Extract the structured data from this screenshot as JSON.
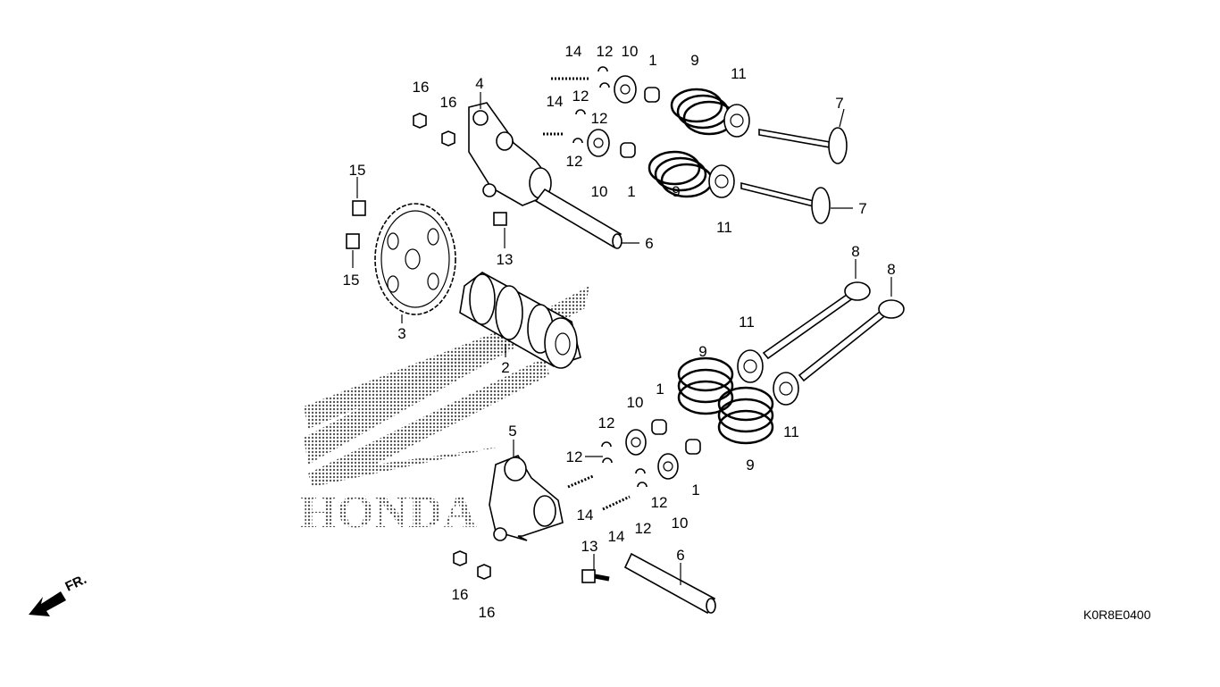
{
  "diagram": {
    "code": "K0R8E0400",
    "watermark": "HONDA",
    "front_indicator": "FR.",
    "callouts": {
      "a14": "14",
      "a12": "12",
      "a10": "10",
      "a1": "1",
      "a9": "9",
      "a11": "11",
      "a7": "7",
      "b12": "12",
      "c12": "12",
      "b14": "14",
      "d12": "12",
      "b10": "10",
      "b1": "1",
      "b9": "9",
      "b11": "11",
      "b7": "7",
      "a6": "6",
      "a4": "4",
      "a16": "16",
      "b16": "16",
      "a15": "15",
      "b15": "15",
      "a13": "13",
      "a3": "3",
      "a2": "2",
      "a8": "8",
      "b8": "8",
      "c11": "11",
      "c9": "9",
      "c1": "1",
      "c10": "10",
      "e12": "12",
      "a5": "5",
      "f12": "12",
      "c14": "14",
      "g12": "12",
      "h12": "12",
      "d14": "14",
      "d10": "10",
      "d1": "1",
      "d9": "9",
      "d11": "11",
      "b13": "13",
      "b6": "6",
      "c16": "16",
      "d16": "16"
    }
  }
}
